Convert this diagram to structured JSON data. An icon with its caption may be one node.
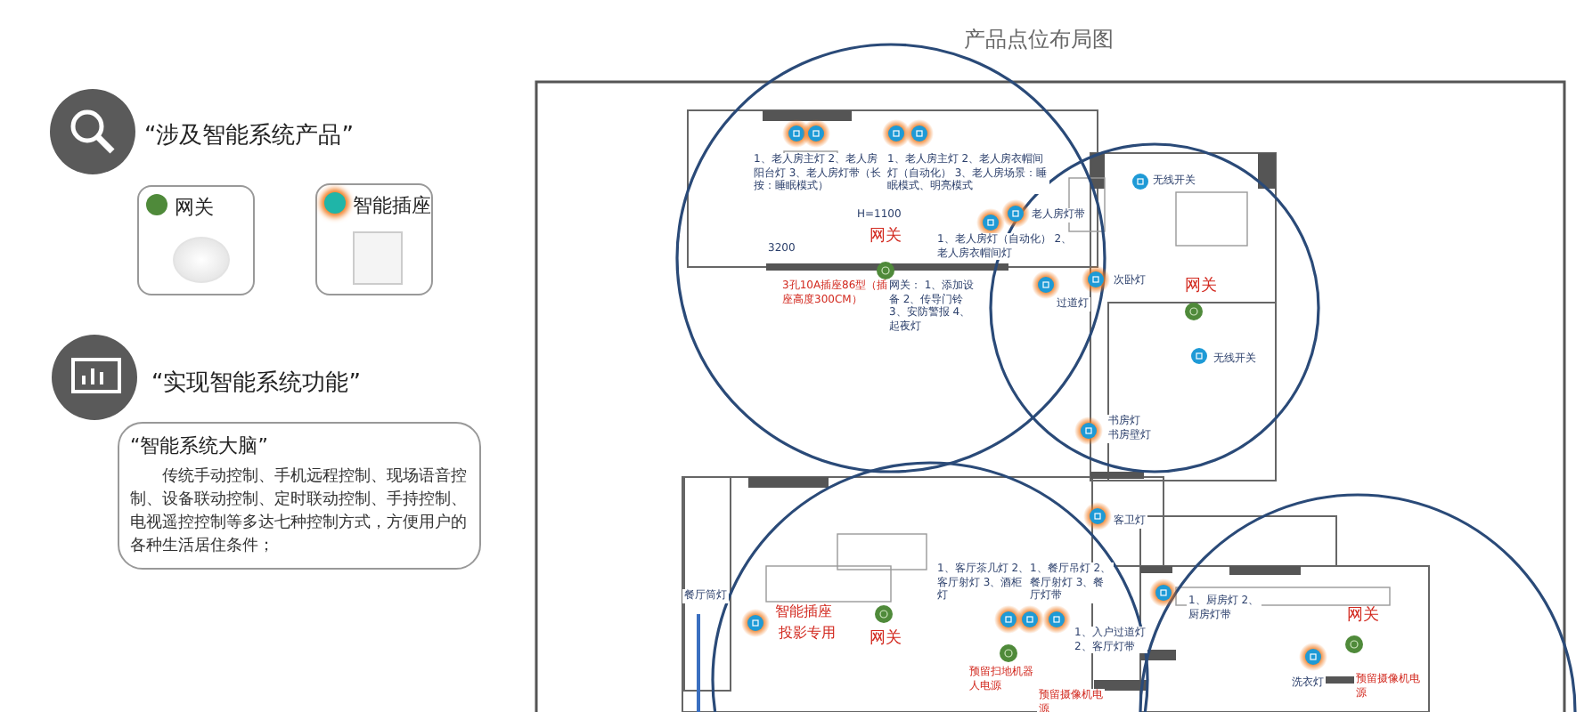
{
  "diagram": {
    "title": "产品点位布局图",
    "nodes": [
      {
        "text": [
          "网关"
        ]
      },
      {
        "text": [
          "智能插座"
        ]
      },
      {
        "text": [
          "“智能系统大脑”",
          "传统手动控制、手机远程控制、现场语音控制、设备联动控制、定时联动控制、手持控制、电视遥控控制等多达七种控制方式，方便用户的各种生活居住条件；"
        ]
      }
    ],
    "edges": [],
    "labels": [
      "“涉及智能系统产品”",
      "“实现智能系统功能”",
      "1、老人房主灯 2、老人房阳台灯 3、老人房灯带（长按：睡眠模式）",
      "1、老人房主灯 2、老人房衣帽间灯（自动化） 3、老人房场景：睡眠模式、明亮模式",
      "H=1100",
      "3200",
      "网关",
      "1、老人房灯（自动化） 2、老人房衣帽间灯",
      "3孔10A插座86型（插座高度300CM）",
      "网关： 1、添加设备 2、传导门铃 3、安防警报 4、起夜灯",
      "老人房灯带",
      "过道灯",
      "无线开关",
      "次卧灯",
      "网关",
      "无线开关",
      "书房灯",
      "书房壁灯",
      "客卫灯",
      "餐厅筒灯",
      "智能插座",
      "投影专用",
      "网关",
      "1、客厅茶几灯 2、客厅射灯 3、酒柜灯",
      "1、餐厅吊灯 2、餐厅射灯 3、餐厅灯带",
      "1、入户过道灯 2、客厅灯带",
      "预留扫地机器人电源",
      "预留摄像机电源",
      "1、厨房灯 2、厨房灯带",
      "网关",
      "洗衣灯",
      "预留摄像机电源"
    ]
  }
}
